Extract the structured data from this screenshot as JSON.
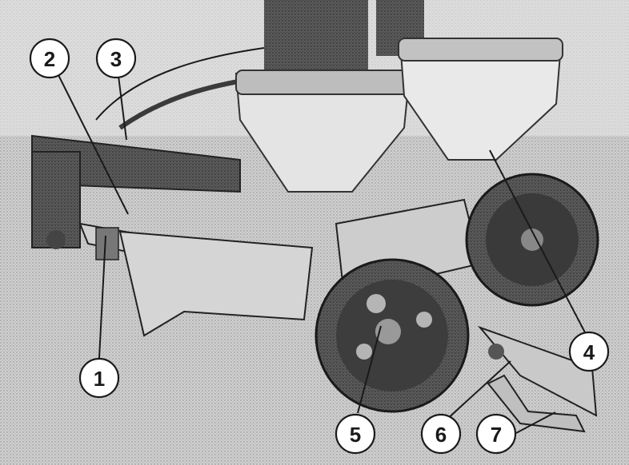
{
  "callouts": [
    {
      "id": "1",
      "label": "1"
    },
    {
      "id": "2",
      "label": "2"
    },
    {
      "id": "3",
      "label": "3"
    },
    {
      "id": "4",
      "label": "4"
    },
    {
      "id": "5",
      "label": "5"
    },
    {
      "id": "6",
      "label": "6"
    },
    {
      "id": "7",
      "label": "7"
    }
  ],
  "colors": {
    "photo_light": "#d9d9d9",
    "photo_mid": "#9a9a9a",
    "photo_dark": "#2b2b2b",
    "ink": "#1a1a1a"
  }
}
